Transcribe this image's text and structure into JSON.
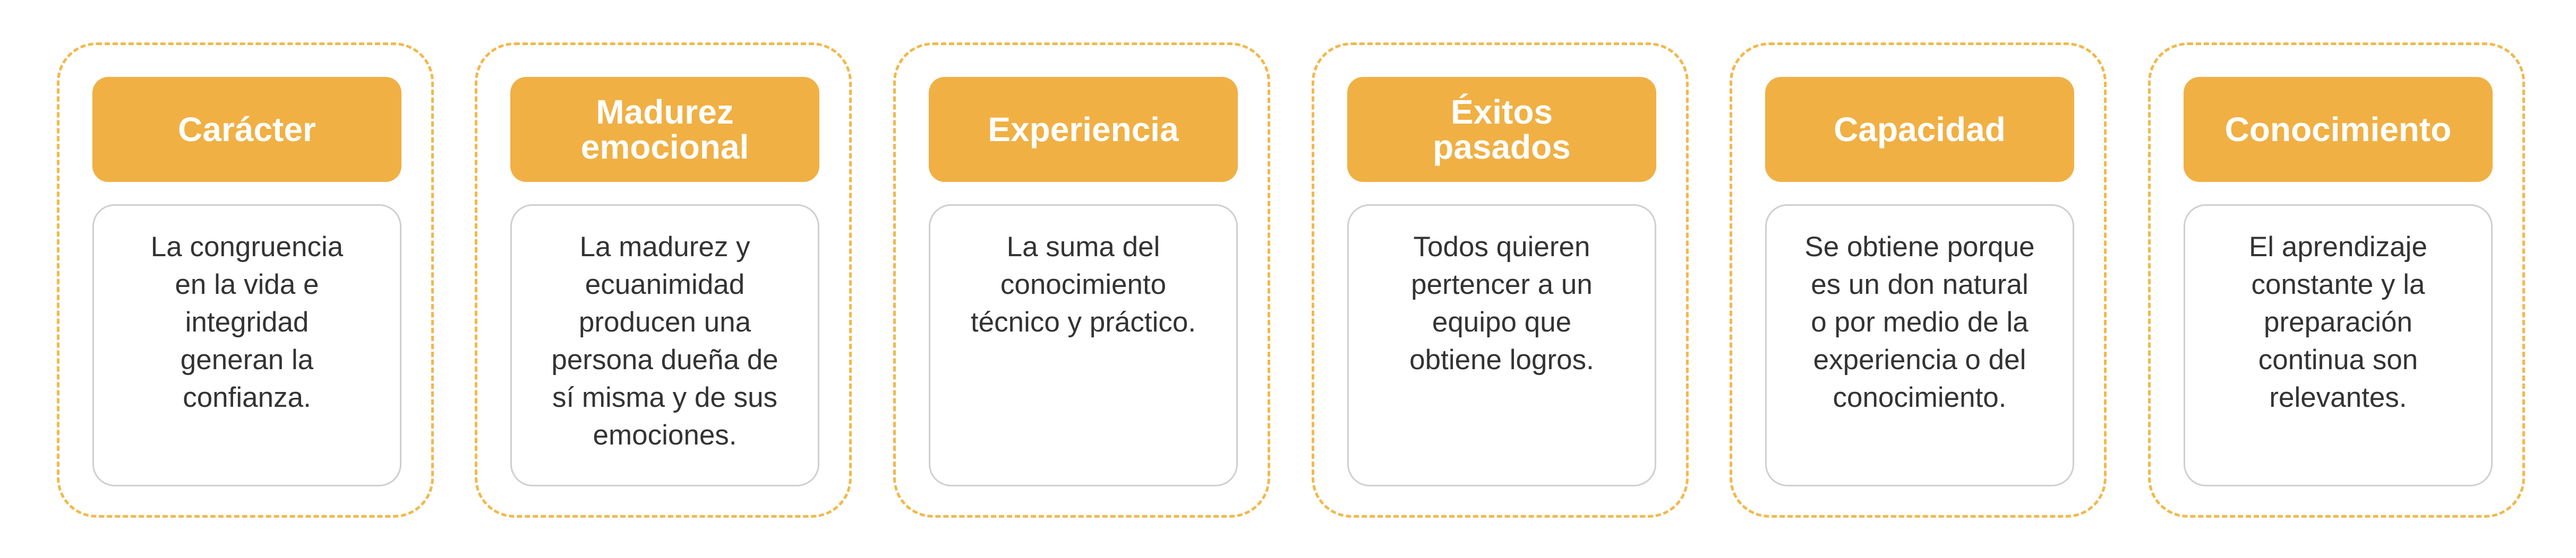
{
  "cards": [
    {
      "title": "Carácter",
      "lines": [
        "La congruencia",
        "en la vida e",
        "integridad",
        "generan la",
        "confianza."
      ]
    },
    {
      "title_lines": [
        "Madurez",
        "emocional"
      ],
      "lines": [
        "La madurez y",
        "ecuanimidad",
        "producen una",
        "persona dueña de",
        "sí misma y de sus",
        "emociones."
      ]
    },
    {
      "title": "Experiencia",
      "lines": [
        "La suma del",
        "conocimiento",
        "técnico y práctico."
      ]
    },
    {
      "title_lines": [
        "Éxitos",
        "pasados"
      ],
      "lines": [
        "Todos quieren",
        "pertencer a un",
        "equipo que",
        "obtiene logros."
      ]
    },
    {
      "title": "Capacidad",
      "lines": [
        "Se obtiene porque",
        "es un don natural",
        "o por medio de la",
        "experiencia o del",
        "conocimiento."
      ]
    },
    {
      "title": "Conocimiento",
      "lines": [
        "El aprendizaje",
        "constante y la",
        "preparación",
        "continua son",
        "relevantes."
      ]
    }
  ],
  "colors": {
    "header_fill": "#f0b044",
    "dashed_border": "#f2b84b",
    "body_border": "#cfcfcf",
    "body_text": "#333333",
    "header_text": "#ffffff"
  }
}
